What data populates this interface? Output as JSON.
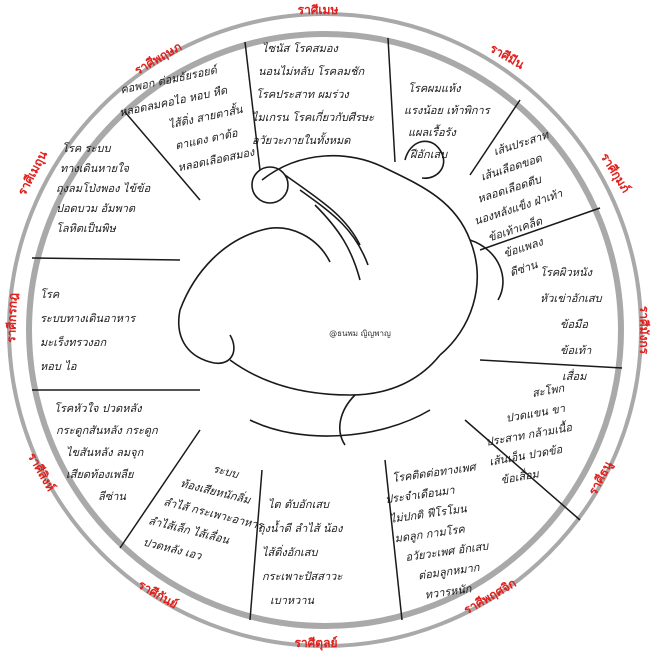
{
  "colors": {
    "sign": "#e0201c",
    "ring": "#a9a9a9",
    "ink": "#1a1a1a"
  },
  "figure": {
    "icon": "yoga-figure-icon",
    "credit": "@ธนพม ญิญพาญ"
  },
  "signs": {
    "mesha": "ราศีเมษ",
    "pruksa": "ราศีพฤษภ",
    "mithun": "ราศีเมถุน",
    "kataka": "ราศีกรกฎ",
    "singha": "ราศีสิงห์",
    "kanya": "ราศีกันย์",
    "tula": "ราศีตุลย์",
    "pichik": "ราศีพฤศจิก",
    "thanu": "ราศีธนู",
    "mangkon": "ราศีมังกร",
    "kumpha": "ราศีกุมภ์",
    "meen": "ราศีมีน"
  },
  "ailments": {
    "mesha": [
      "ไซนัส โรคสมอง",
      "นอนไม่หลับ โรคลมชัก",
      "โรคประสาท ผมร่วง",
      "ไมเกรน โรคเกี่ยวกับศีรษะ",
      "อวัยวะภายในทั้งหมด"
    ],
    "pruksa": [
      "คอพอก ต่อมธัยรอยด์",
      "หลอดลมคอไอ หอบ หืด",
      "ไส้ติ่ง สายตาสั้น",
      "ตาแดง ตาต้อ",
      "หลอดเลือดสมอง"
    ],
    "mithun": [
      "โรค ระบบ",
      "ทางเดินหายใจ",
      "ถุงลมโป่งพอง ไข้ข้อ",
      "ปอดบวม อัมพาต",
      "โลหิตเป็นพิษ"
    ],
    "kataka": [
      "โรค",
      "ระบบทางเดินอาหาร",
      "มะเร็งทรวงอก",
      "หอบ ไอ"
    ],
    "singha": [
      "โรคหัวใจ ปวดหลัง",
      "กระดูกสันหลัง กระดูก",
      "ไขสันหลัง ลมจุก",
      "เสียดท้องเพลีย",
      "ลีซ่าน"
    ],
    "kanya": [
      "ระบบ",
      "ท้องเสียหนักลิ่ม",
      "ลำไส้ กระเพาะอาหาร",
      "ลำไส้เล็ก ไส้เลื่อน",
      "ปวดหลัง เอว"
    ],
    "tula": [
      "ไต ตับอักเสบ",
      "ถุงน้ำดี ลำไส้ น้อง",
      "ไส้ติ่งอักเสบ",
      "กระเพาะปัสสาวะ",
      "เบาหวาน"
    ],
    "pichik": [
      "โรคติดต่อทางเพศ",
      "ประจำเดือนมา",
      "ไม่ปกติ ฟีโรโมน",
      "มดลูก กามโรค",
      "อวัยวะเพศ อักเสบ",
      "ต่อมลูกหมาก",
      "ทวารหนัก"
    ],
    "thanu": [
      "สะโพก",
      "ปวดแขน ขา",
      "ประสาท กล้ามเนื้อ",
      "เส้นเอ็น ปวดข้อ",
      "ข้อเสื่อม"
    ],
    "mangkon": [
      "โรคผิวหนัง",
      "หัวเข่าอักเสบ",
      "ข้อมือ",
      "ข้อเท้า",
      "เสื่อม"
    ],
    "kumpha": [
      "เส้นประสาท",
      "เส้นเลือดขอด",
      "หลอดเลือดตีบ",
      "นองหลังแข็ง ฝ่าเท้า",
      "ข้อเท้าเคล็ด",
      "ข้อแพลง",
      "ดีซ่าน"
    ],
    "meen": [
      "โรคผมแห้ง",
      "แรงน้อย เท้าพิการ",
      "แผลเรื้อรัง",
      "ฝีอักเสบ"
    ]
  }
}
